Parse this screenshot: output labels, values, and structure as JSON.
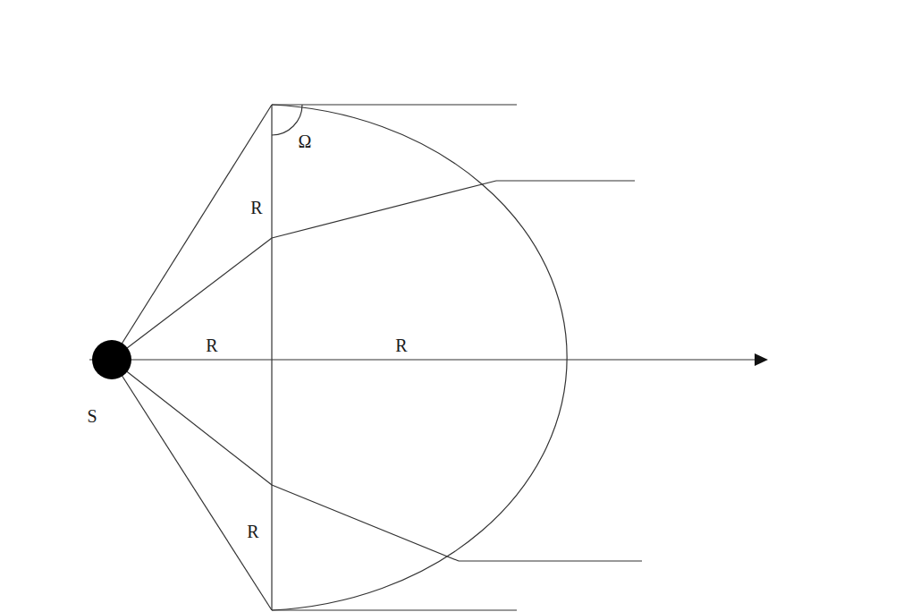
{
  "diagram": {
    "labels": [
      "Ω",
      "R",
      "R",
      "R",
      "S",
      "R"
    ]
  }
}
